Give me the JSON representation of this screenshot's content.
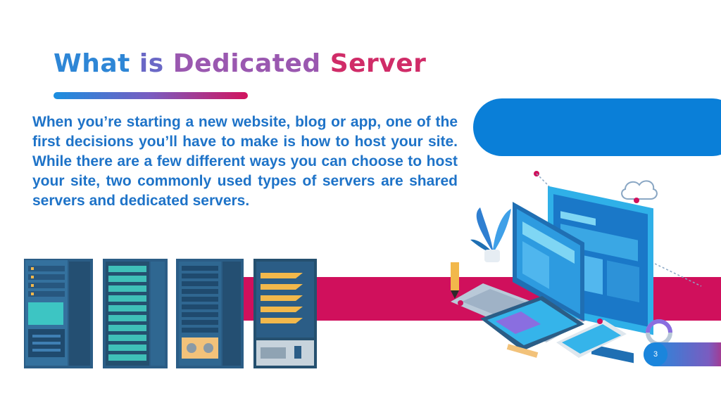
{
  "slide": {
    "title_words": [
      "What",
      "is",
      "Dedicated",
      "Server"
    ],
    "body": "When you’re starting a new website, blog or app, one of the first decisions you’ll have to make is how to host your site. While there are a few different ways you can choose to host your site, two commonly used types of servers are shared servers and dedicated servers.",
    "page_number": "3"
  },
  "colors": {
    "title_blue": "#2e86d6",
    "title_pink": "#d02c68",
    "body_text": "#1e73c8",
    "accent_blue": "#0a7fd8",
    "accent_pink": "#d0105c"
  },
  "images": {
    "servers": "server-racks-illustration",
    "devices": "computer-devices-dashboard-illustration"
  }
}
